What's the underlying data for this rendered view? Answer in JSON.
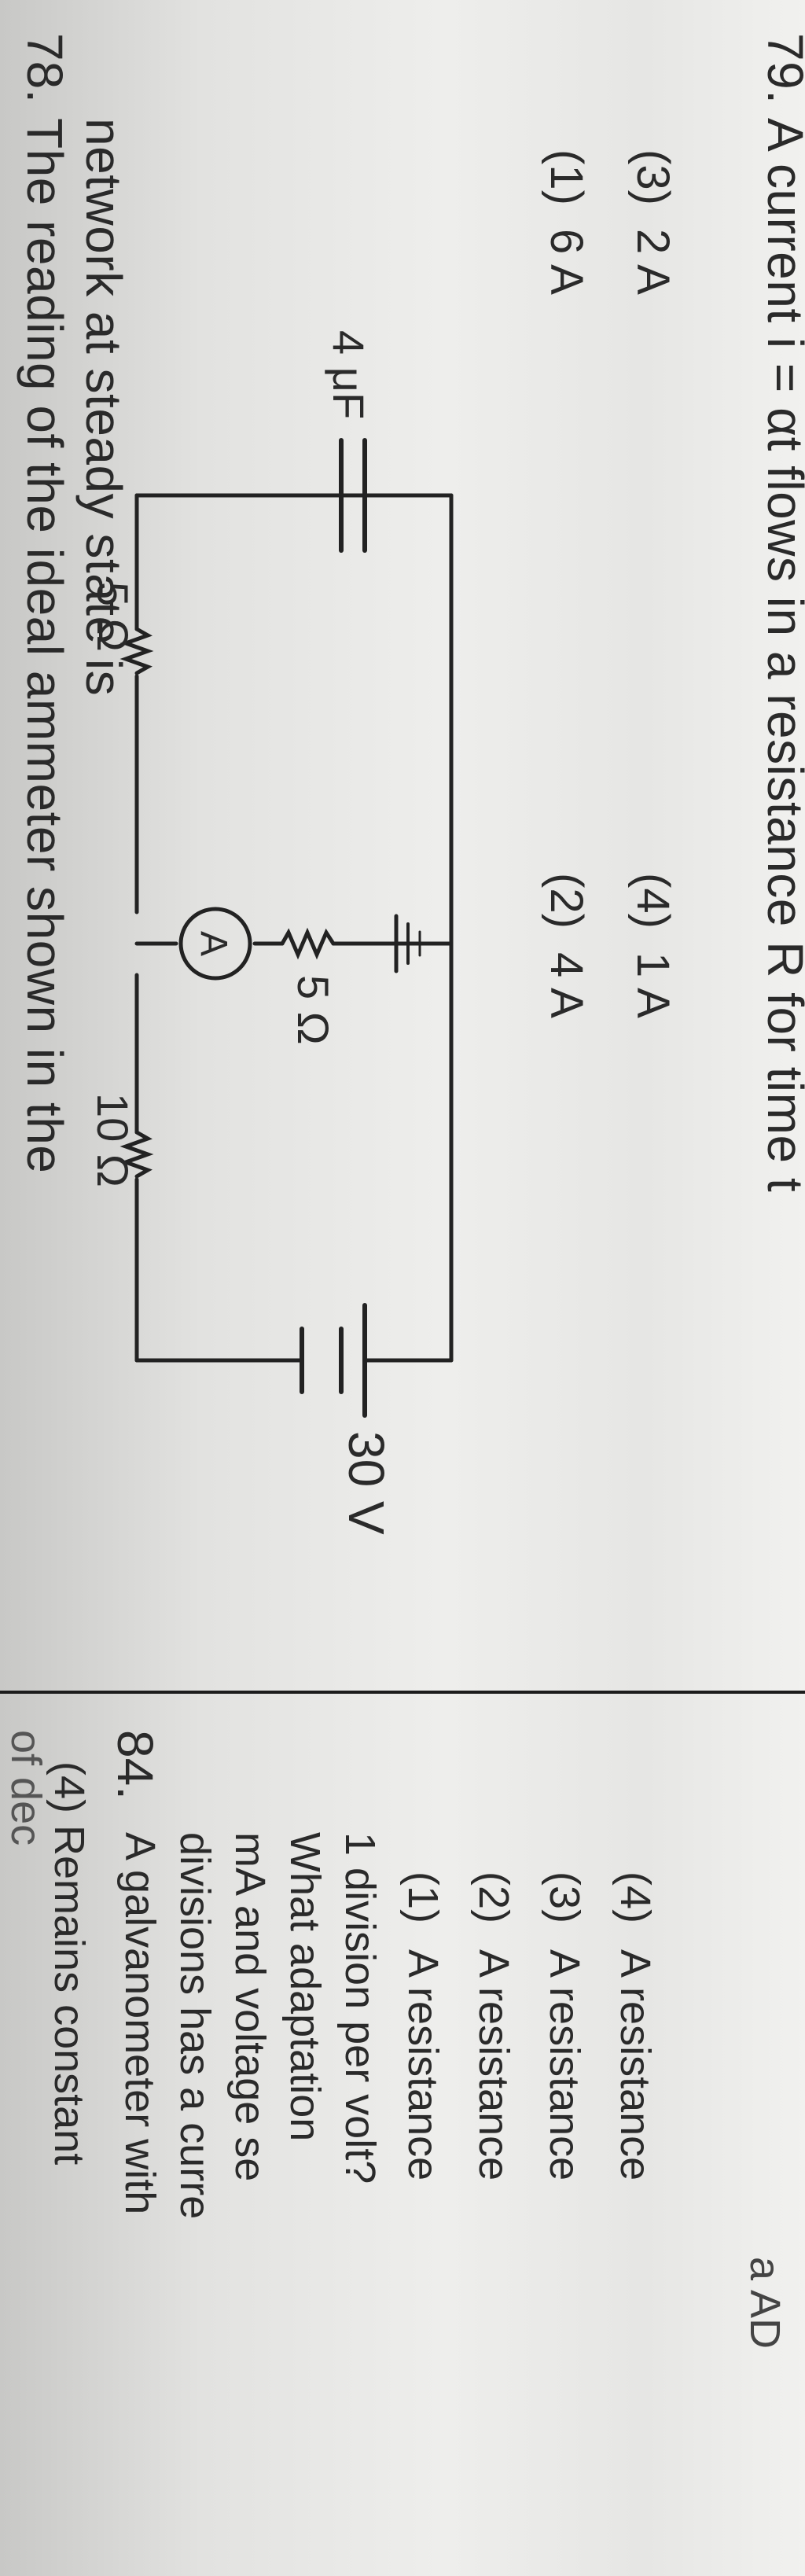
{
  "question_78": {
    "number": "78.",
    "line1": "The reading of the ideal ammeter shown in the",
    "line2": "network at steady state is",
    "circuit": {
      "capacitor_label": "4 μF",
      "r1_label": "5 Ω",
      "r2_label": "10 Ω",
      "r3_label": "5 Ω",
      "ammeter_symbol": "A",
      "battery_label": "30 V"
    },
    "options": [
      {
        "num": "(1)",
        "text": "6 A"
      },
      {
        "num": "(2)",
        "text": "4 A"
      },
      {
        "num": "(3)",
        "text": "2 A"
      },
      {
        "num": "(4)",
        "text": "1 A"
      }
    ]
  },
  "question_79": {
    "number": "79.",
    "line1": "A current i = αt flows in a resistance R for time t"
  },
  "right_column": {
    "top_fragment": "of dec",
    "prev_option": "(4)  Remains constant",
    "question_84": {
      "number": "84.",
      "line1": "A galvanometer with",
      "line2": "divisions has a curre",
      "line3": "mA and voltage se",
      "line4": "What    adaptation",
      "line5": "1 division per volt?",
      "options": [
        {
          "num": "(1)",
          "text": "A resistance"
        },
        {
          "num": "(2)",
          "text": "A resistance"
        },
        {
          "num": "(3)",
          "text": "A resistance"
        },
        {
          "num": "(4)",
          "text": "A resistance"
        }
      ]
    },
    "bottom_fragment": "a AD"
  }
}
